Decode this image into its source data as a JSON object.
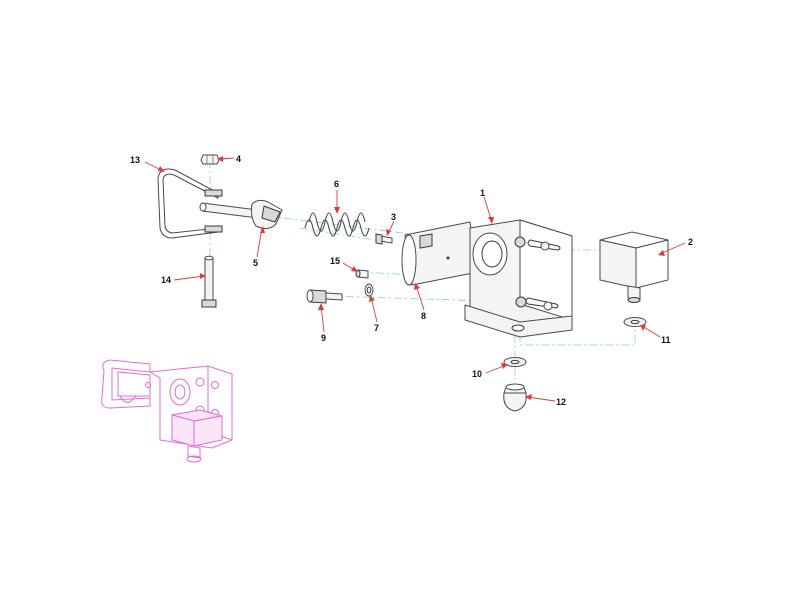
{
  "callouts": {
    "c1": "1",
    "c2": "2",
    "c3": "3",
    "c4": "4",
    "c5": "5",
    "c6": "6",
    "c7": "7",
    "c8": "8",
    "c9": "9",
    "c10": "10",
    "c11": "11",
    "c12": "12",
    "c13": "13",
    "c14": "14",
    "c15": "15"
  },
  "colors": {
    "assembly_axis": "#7fd4e6",
    "leader": "#e23a3a",
    "thumbnail": "#e86ad8"
  }
}
